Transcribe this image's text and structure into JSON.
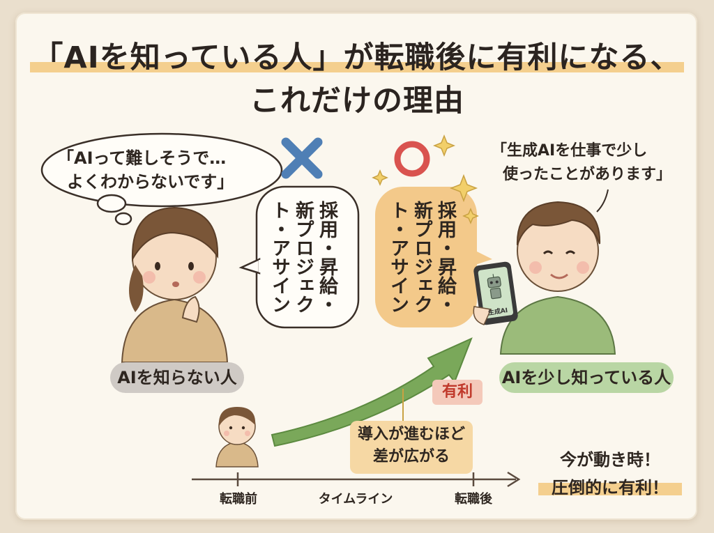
{
  "title": {
    "line1": "「AIを知っている人」が転職後に有利になる、",
    "line2": "これだけの理由"
  },
  "left": {
    "thought": [
      "「AIって難しそうで…",
      "よくわからないです」"
    ],
    "mark": "✕",
    "speech": "採用・昇給・新プロジェクト・アサイン",
    "label": "AIを知らない人"
  },
  "right": {
    "speech_lines": [
      "「生成AIを仕事で少し",
      "使ったことがあります」"
    ],
    "mark": "◯",
    "balloon": "採用・昇給・新プロジェクト・アサイン",
    "phone_label": "生成AI",
    "label": "AIを少し知っている人"
  },
  "timeline": {
    "badge": "有利",
    "gap_note": [
      "導入が進むほど",
      "差が広がる"
    ],
    "before": "転職前",
    "center": "タイムライン",
    "after": "転職後"
  },
  "conclusion": [
    "今が動き時！",
    "圧倒的に有利！"
  ],
  "colors": {
    "accent_highlight": "#f4cf8e",
    "cross_blue": "#4f7fb5",
    "circle_red": "#d9534f",
    "arrow_green": "#7aa85a",
    "badge_red_bg": "#f4c9ba",
    "orange_balloon": "#f3c98a"
  },
  "icons": [
    "cross-mark-icon",
    "circle-mark-icon",
    "sparkle-icon",
    "robot-icon",
    "arrow-up-right-icon"
  ]
}
